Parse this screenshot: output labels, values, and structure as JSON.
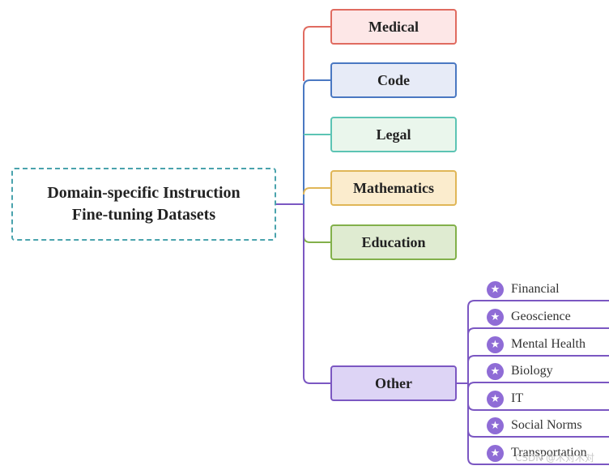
{
  "root": {
    "lines": [
      "Domain-specific Instruction",
      "Fine-tuning Datasets"
    ]
  },
  "categories": [
    {
      "label": "Medical",
      "border": "#e06b60",
      "fill": "#fde7e7"
    },
    {
      "label": "Code",
      "border": "#4a78c2",
      "fill": "#e7ebf7"
    },
    {
      "label": "Legal",
      "border": "#5cc4b4",
      "fill": "#eaf6ec"
    },
    {
      "label": "Mathematics",
      "border": "#e0b657",
      "fill": "#fbeccd"
    },
    {
      "label": "Education",
      "border": "#82b04a",
      "fill": "#dfebd1"
    },
    {
      "label": "Other",
      "border": "#7b57c2",
      "fill": "#ddd4f5"
    }
  ],
  "other_items": [
    "Financial",
    "Geoscience",
    "Mental Health",
    "Biology",
    "IT",
    "Social Norms",
    "Transportation"
  ],
  "icons": {
    "leaf_marker": "star-icon"
  },
  "colors": {
    "root_border": "#4aa3ad",
    "leaf_icon": "#8f6cd6"
  },
  "watermark": "CSDN @木对木对"
}
